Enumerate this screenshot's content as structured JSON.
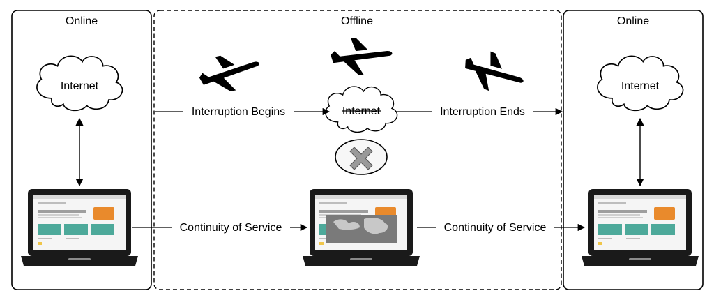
{
  "panels": {
    "left": {
      "title": "Online"
    },
    "middle": {
      "title": "Offline"
    },
    "right": {
      "title": "Online"
    }
  },
  "clouds": {
    "left": "Internet",
    "middle": "Internet",
    "right": "Internet"
  },
  "flows": {
    "interruption_begins": "Interruption Begins",
    "interruption_ends": "Interruption Ends",
    "continuity_left": "Continuity of Service",
    "continuity_right": "Continuity of Service"
  },
  "icons": {
    "plane": "airplane-icon",
    "cloud": "cloud-icon",
    "disconnect": "x-mark-icon",
    "laptop": "laptop-icon"
  },
  "colors": {
    "stroke": "#000000",
    "background": "#ffffff",
    "screen_teal": "#4da99a",
    "screen_orange": "#e98a2c",
    "laptop_body": "#1a1a1a"
  }
}
